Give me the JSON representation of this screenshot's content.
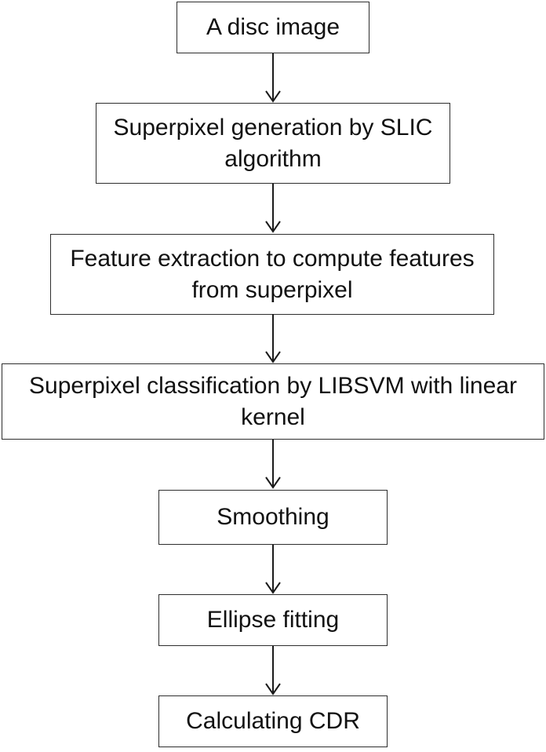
{
  "diagram": {
    "type": "flowchart",
    "orientation": "top-down",
    "colors": {
      "background": "#ffffff",
      "box_border": "#2e2e2e",
      "text": "#111111",
      "arrow": "#1a1a1a"
    },
    "steps": [
      {
        "id": 1,
        "label": "A disc image"
      },
      {
        "id": 2,
        "label": "Superpixel generation by SLIC algorithm"
      },
      {
        "id": 3,
        "label": "Feature extraction to compute features from superpixel"
      },
      {
        "id": 4,
        "label": "Superpixel classification by LIBSVM with linear kernel"
      },
      {
        "id": 5,
        "label": "Smoothing"
      },
      {
        "id": 6,
        "label": "Ellipse fitting"
      },
      {
        "id": 7,
        "label": "Calculating CDR"
      }
    ],
    "connections": [
      {
        "from": 1,
        "to": 2
      },
      {
        "from": 2,
        "to": 3
      },
      {
        "from": 3,
        "to": 4
      },
      {
        "from": 4,
        "to": 5
      },
      {
        "from": 5,
        "to": 6
      },
      {
        "from": 6,
        "to": 7
      }
    ]
  }
}
